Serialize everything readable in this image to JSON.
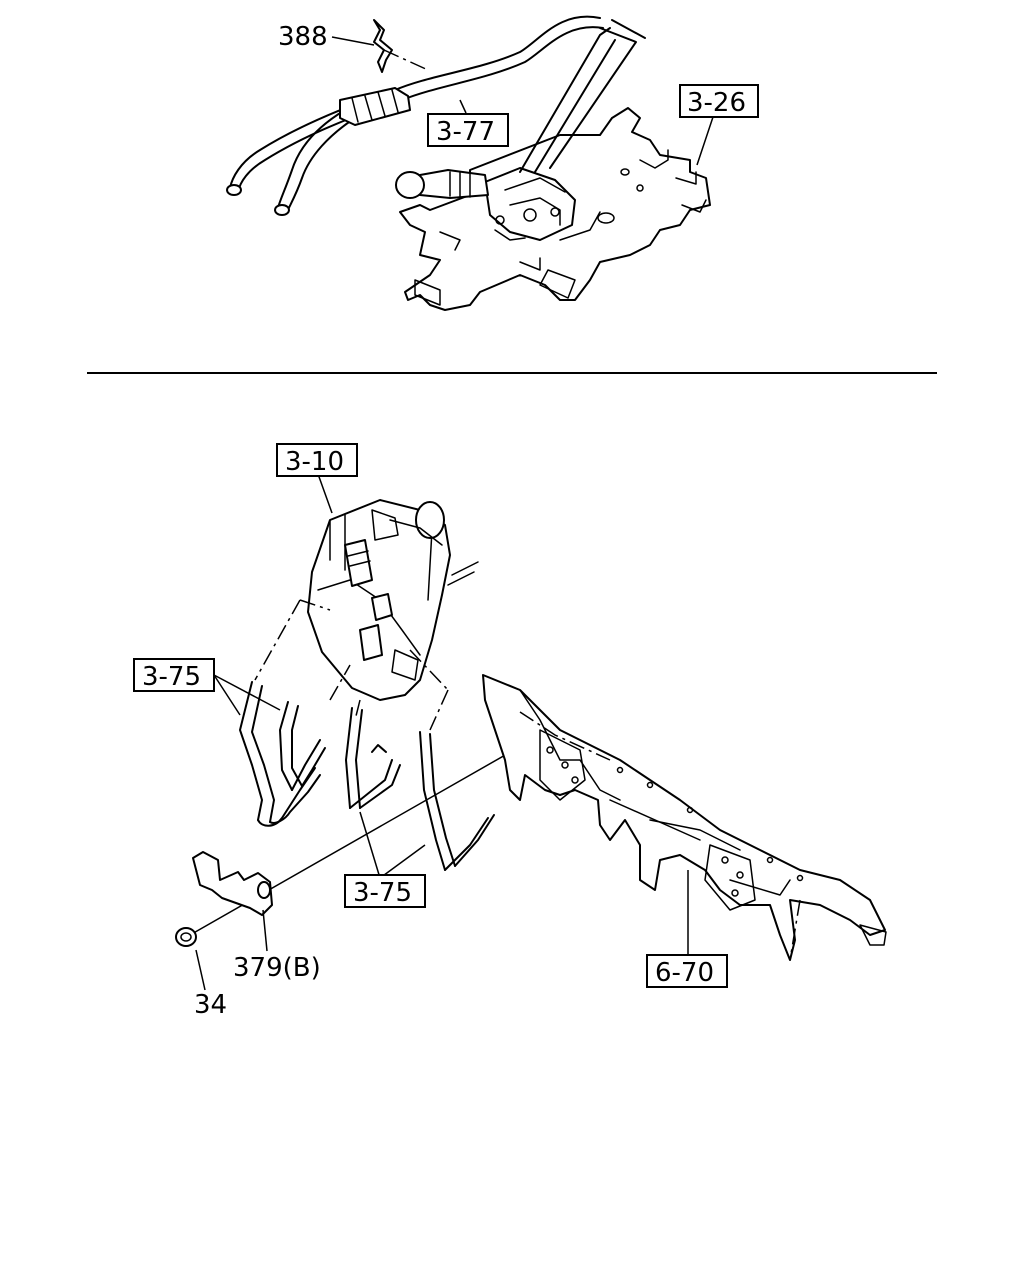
{
  "callouts": {
    "c388": "388",
    "c3_77": "3-77",
    "c3_26": "3-26",
    "c3_10": "3-10",
    "c3_75_a": "3-75",
    "c3_75_b": "3-75",
    "c379b": "379(B)",
    "c34": "34",
    "c6_70": "6-70"
  }
}
